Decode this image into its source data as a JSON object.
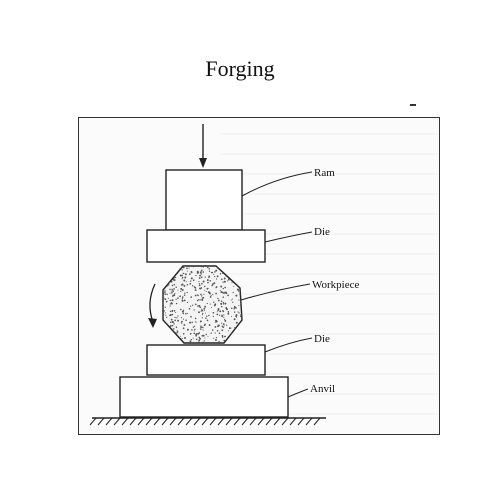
{
  "title": "Forging",
  "labels": {
    "ram": "Ram",
    "die_top": "Die",
    "workpiece": "Workpiece",
    "die_bottom": "Die",
    "anvil": "Anvil"
  },
  "colors": {
    "line": "#222222",
    "stipple": "#555555",
    "frame": "#333333",
    "background": "#ffffff"
  }
}
